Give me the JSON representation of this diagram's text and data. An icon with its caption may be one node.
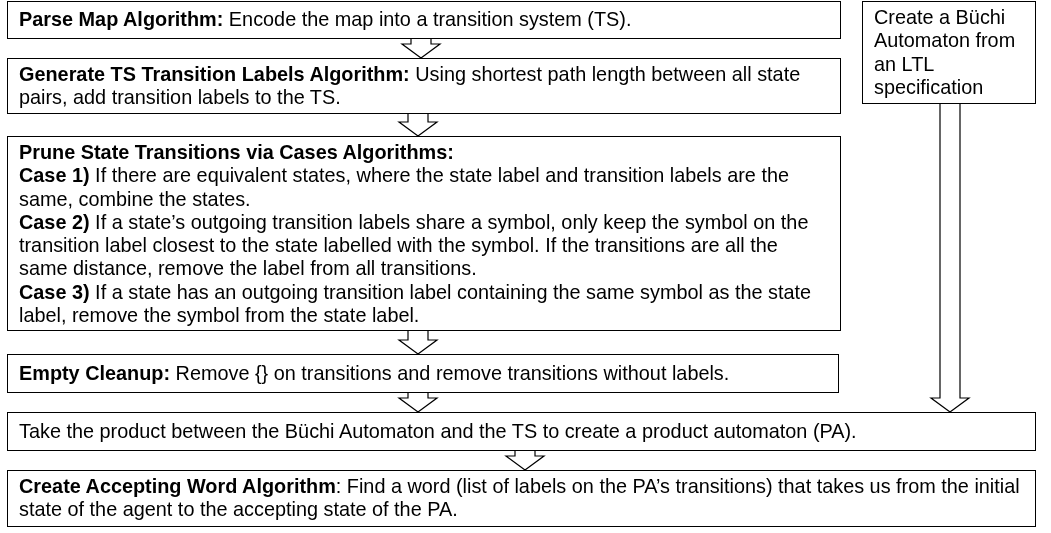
{
  "diagram": {
    "nodes": [
      {
        "text": [
          "**Parse Map Algorithm:** Encode the map into a transition system (TS)."
        ]
      },
      {
        "text": [
          "**Generate TS Transition Labels Algorithm:** Using shortest path length between all state pairs, add transition labels to the TS."
        ]
      },
      {
        "text": [
          "Prune State Transitions via Cases Algorithms:",
          "**Case 1)** If there are equivalent states, where the state label and transition labels are the same, combine the states.",
          "**Case 2)** If a state’s outgoing transition labels share a symbol, only keep the symbol on the transition label closest to the state labelled with the symbol. If the transitions are all the same distance, remove the label from all transitions.",
          "**Case 3)** If a state has an outgoing transition label containing the same symbol as the state label, remove the symbol from the state label."
        ]
      },
      {
        "text": [
          "**Empty Cleanup:** Remove {} on transitions and remove transitions without labels."
        ]
      },
      {
        "text": [
          "Create a Büchi Automaton from an LTL specification"
        ]
      },
      {
        "text": [
          "Take the product between the Büchi Automaton and the TS to create a product automaton (PA)."
        ]
      },
      {
        "text": [
          "**Create Accepting Word Algorithm**: Find a word (list of labels on the PA’s transitions) that takes us from the initial state of the agent to the accepting state of the PA."
        ]
      }
    ],
    "edges": [
      {
        "from": 0,
        "to": 1,
        "arrow": "to"
      },
      {
        "from": 1,
        "to": 2,
        "arrow": "to"
      },
      {
        "from": 2,
        "to": 3,
        "arrow": "to"
      },
      {
        "from": 3,
        "to": 5,
        "arrow": "to"
      },
      {
        "from": 4,
        "to": 5,
        "arrow": "to"
      },
      {
        "from": 5,
        "to": 6,
        "arrow": "to"
      }
    ]
  }
}
